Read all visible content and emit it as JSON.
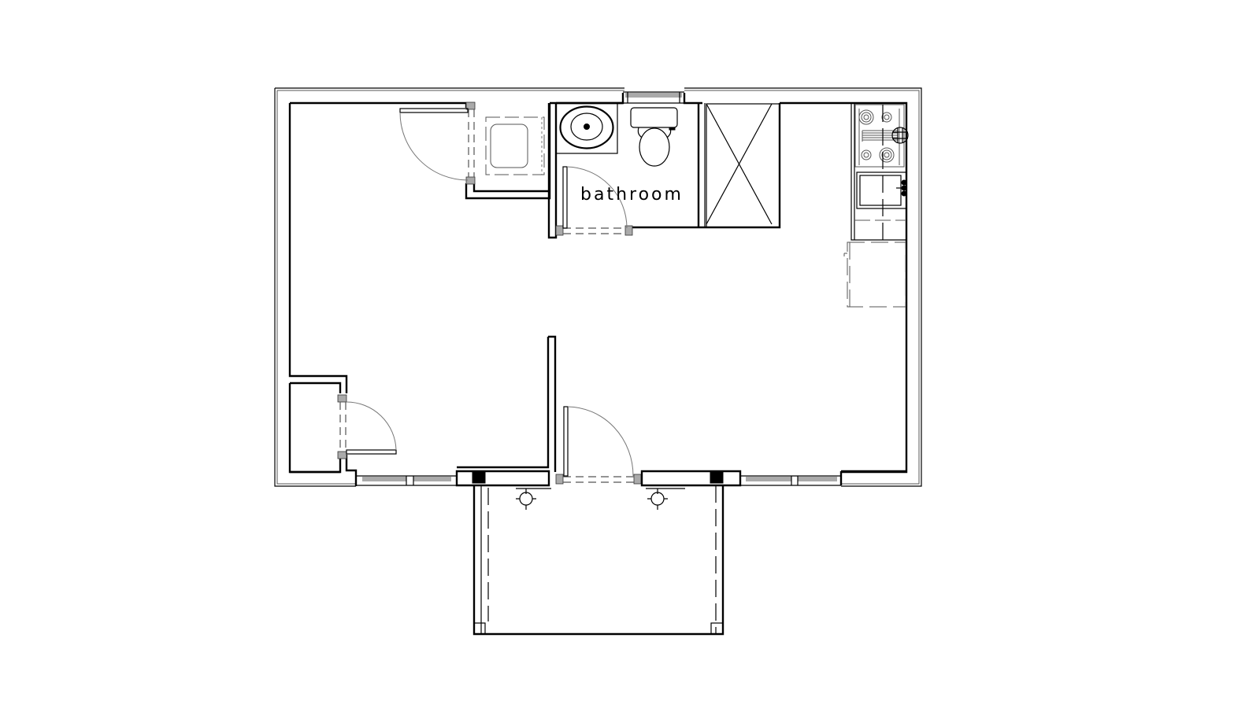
{
  "drawing": {
    "type": "architectural floor plan",
    "background": "#ffffff",
    "line_color": "#000000"
  },
  "rooms": [
    {
      "id": "bathroom",
      "label": "bathroom",
      "fixtures": [
        "sink",
        "toilet",
        "shower"
      ]
    },
    {
      "id": "main-room",
      "label": "",
      "fixtures": []
    },
    {
      "id": "closet",
      "label": "",
      "fixtures": [
        "washer-dryer"
      ]
    },
    {
      "id": "storage",
      "label": "",
      "fixtures": []
    },
    {
      "id": "kitchenette",
      "label": "",
      "fixtures": [
        "cooktop",
        "kitchen-sink",
        "refrigerator"
      ]
    },
    {
      "id": "porch",
      "label": "",
      "fixtures": []
    }
  ],
  "elements": {
    "doors": [
      "closet-door",
      "bathroom-door",
      "storage-door",
      "entry-door"
    ],
    "windows": [
      "bathroom-window",
      "front-window-left",
      "front-window-right"
    ],
    "light_fixtures": [
      "porch-light-left",
      "porch-light-right"
    ]
  }
}
